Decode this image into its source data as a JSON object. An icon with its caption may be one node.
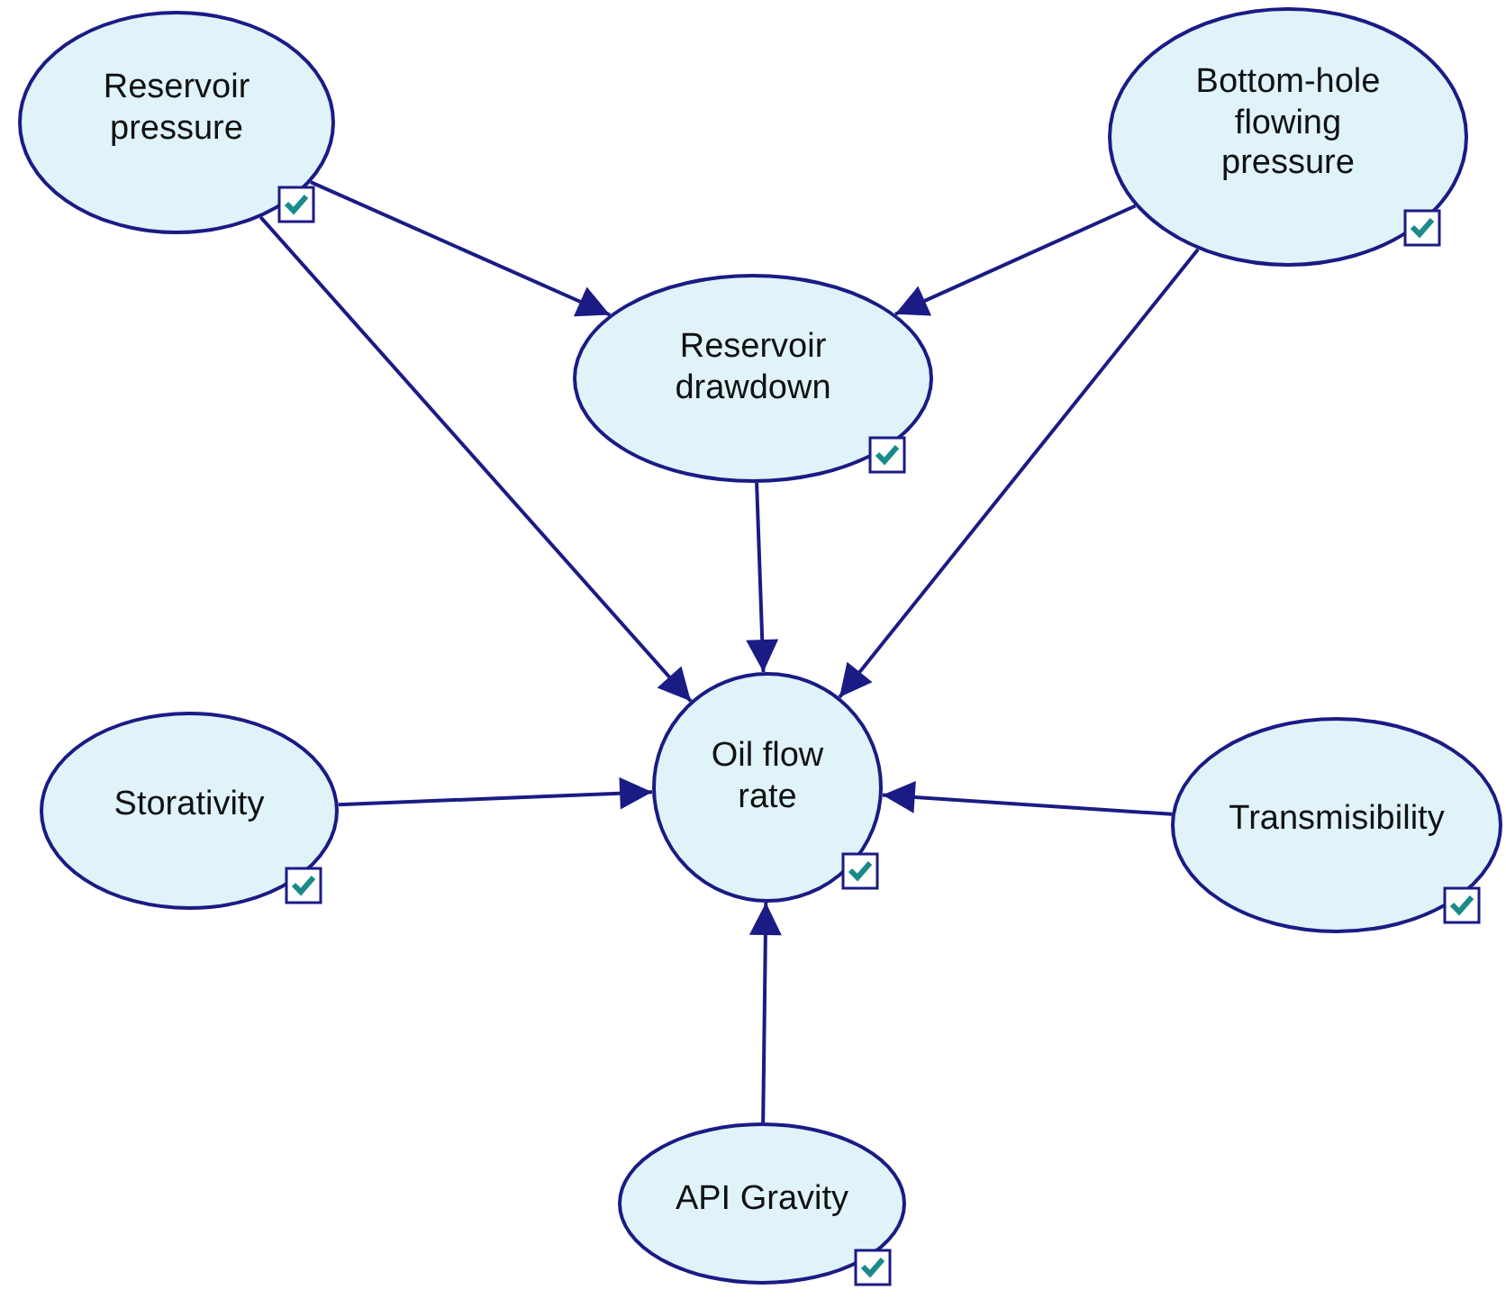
{
  "diagram": {
    "nodes": [
      {
        "text": [
          "Reservoir pressure"
        ]
      },
      {
        "text": [
          "Bottom-hole flowing pressure"
        ]
      },
      {
        "text": [
          "Reservoir drawdown"
        ]
      },
      {
        "text": [
          "Oil flow rate"
        ]
      },
      {
        "text": [
          "Storativity"
        ]
      },
      {
        "text": [
          "Transmisibility"
        ]
      },
      {
        "text": [
          "API Gravity"
        ]
      }
    ],
    "edges": [
      {
        "from": 0,
        "to": 2,
        "arrow": "to"
      },
      {
        "from": 1,
        "to": 2,
        "arrow": "to"
      },
      {
        "from": 0,
        "to": 3,
        "arrow": "to"
      },
      {
        "from": 2,
        "to": 3,
        "arrow": "to"
      },
      {
        "from": 1,
        "to": 3,
        "arrow": "to"
      },
      {
        "from": 4,
        "to": 3,
        "arrow": "to"
      },
      {
        "from": 5,
        "to": 3,
        "arrow": "to"
      },
      {
        "from": 6,
        "to": 3,
        "arrow": "to"
      }
    ]
  }
}
